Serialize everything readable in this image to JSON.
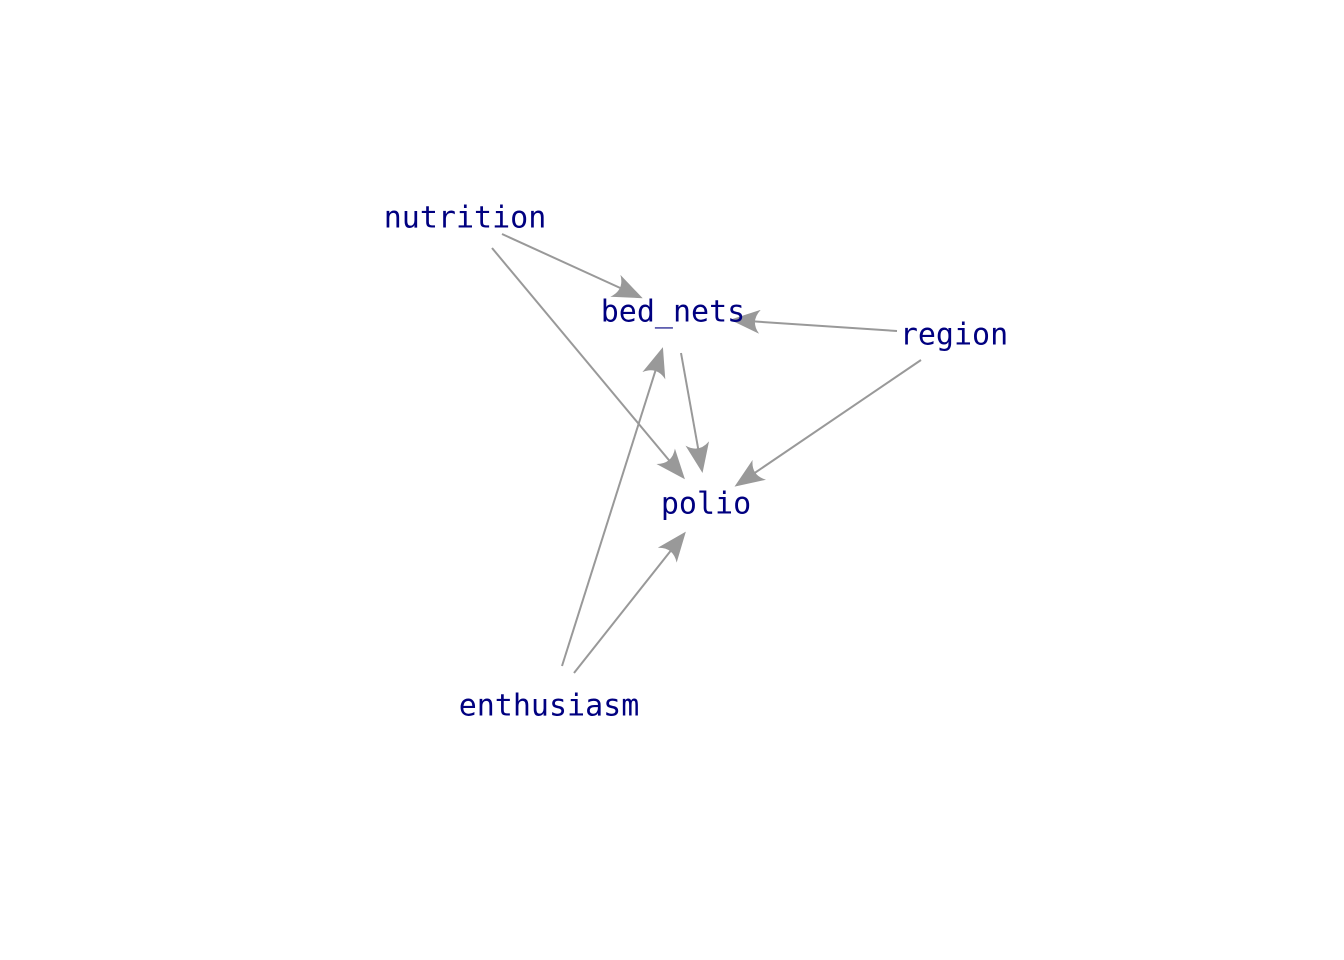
{
  "diagram": {
    "type": "directed-acyclic-graph",
    "node_color": "#000080",
    "edge_color": "#999999",
    "background": "#ffffff",
    "nodes": [
      {
        "id": "nutrition",
        "label": "nutrition"
      },
      {
        "id": "bed_nets",
        "label": "bed_nets"
      },
      {
        "id": "region",
        "label": "region"
      },
      {
        "id": "polio",
        "label": "polio"
      },
      {
        "id": "enthusiasm",
        "label": "enthusiasm"
      }
    ],
    "edges": [
      {
        "from": "nutrition",
        "to": "bed_nets"
      },
      {
        "from": "nutrition",
        "to": "polio"
      },
      {
        "from": "region",
        "to": "bed_nets"
      },
      {
        "from": "region",
        "to": "polio"
      },
      {
        "from": "bed_nets",
        "to": "polio"
      },
      {
        "from": "enthusiasm",
        "to": "bed_nets"
      },
      {
        "from": "enthusiasm",
        "to": "polio"
      }
    ]
  }
}
